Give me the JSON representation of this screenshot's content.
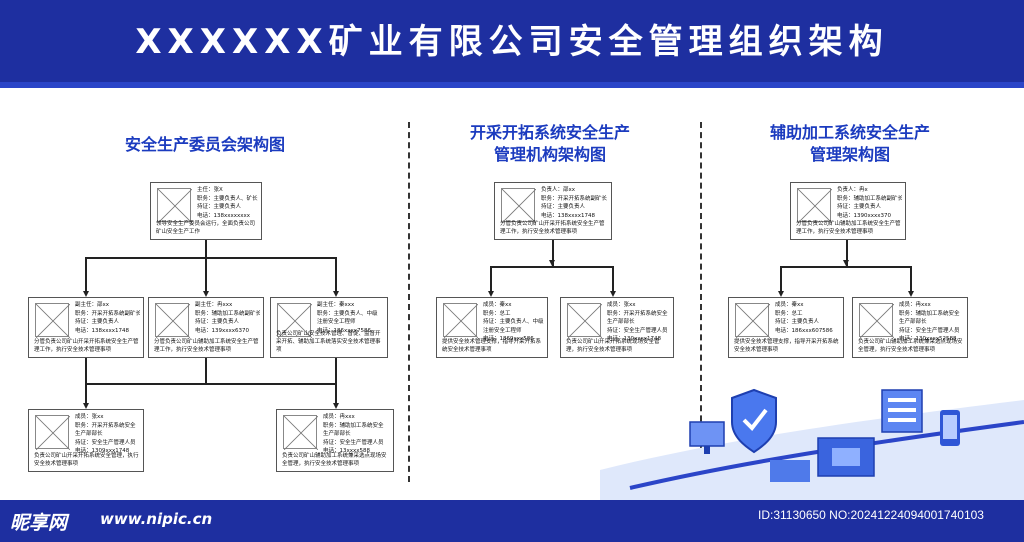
{
  "header": {
    "title": "XXXXXX矿业有限公司安全管理组织架构"
  },
  "sections": [
    {
      "title": "安全生产委员会架构图"
    },
    {
      "title_line1": "开采开拓系统安全生产",
      "title_line2": "管理机构架构图"
    },
    {
      "title_line1": "辅助加工系统安全生产",
      "title_line2": "管理架构图"
    }
  ],
  "cards": {
    "s1_top": {
      "lines": [
        "主任：张X",
        "职务：主要负责人、矿长",
        "持证：主要负责人",
        "电话：138xxxxxxxx"
      ],
      "duty": "领导安全生产委员会运行，全面负责公司矿山安全生产工作"
    },
    "s1_m1": {
      "lines": [
        "副主任：邵xx",
        "职务：开采开拓系统副矿长",
        "持证：主要负责人",
        "电话：138xxxx1748"
      ],
      "duty": "分管负责公司矿山开采开拓系统安全生产管理工作，执行安全技术管理事项"
    },
    "s1_m2": {
      "lines": [
        "副主任：冉xxx",
        "职务：辅助加工系统副矿长",
        "持证：主要负责人",
        "电话：139xxxx6370"
      ],
      "duty": "分管负责公司矿山辅助加工系统安全生产管理工作，执行安全技术管理事项"
    },
    "s1_m3": {
      "lines": [
        "副主任：秦xxx",
        "职务：主要负责人、中级",
        "注册安全工程师",
        "电话：186xxxx7586"
      ],
      "duty": "负责公司矿山安全技术管理、督促、监督开采开拓、辅助加工系统落实安全技术管理事项"
    },
    "s1_b1": {
      "lines": [
        "成员：张xx",
        "职务：开采开拓系统安全",
        "生产部部长",
        "持证：安全生产管理人员",
        "电话：1309xxx1748"
      ],
      "duty": "负责公司矿山开采开拓系统安全管理，执行安全技术管理事项"
    },
    "s1_b2": {
      "lines": [
        "成员：冉xxx",
        "职务：辅助加工系统安全",
        "生产部部长",
        "持证：安全生产管理人员",
        "电话：13xxxx588"
      ],
      "duty": "负责公司矿山辅助加工系统兼采选点现场安全管理，执行安全技术管理事项"
    },
    "s2_top": {
      "lines": [
        "负责人：邵xx",
        "职务：开采开拓系统副矿长",
        "持证：主要负责人",
        "电话：138xxxx1748"
      ],
      "duty": "分管负责公司矿山开采开拓系统安全生产管理工作，执行安全技术管理事项"
    },
    "s2_l": {
      "lines": [
        "成员：秦xx",
        "职务：总工",
        "持证：主要负责人、中级",
        "注册安全工程师",
        "电话：1869xxx586"
      ],
      "duty": "提供安全技术管理支撑，指导开采开拓系统安全技术管理事项"
    },
    "s2_r": {
      "lines": [
        "成员：张xx",
        "职务：开采开拓系统安全",
        "生产部部长",
        "持证：安全生产管理人员",
        "电话：130xxxx1748"
      ],
      "duty": "负责公司矿山开采开拓系统现场安全管理，执行安全技术管理事项"
    },
    "s3_top": {
      "lines": [
        "负责人：冉x",
        "职务：辅助加工系统副矿长",
        "持证：主要负责人",
        "电话：1390xxxx370"
      ],
      "duty": "分管负责公司矿山辅助加工系统安全生产管理工作，执行安全技术管理事项"
    },
    "s3_l": {
      "lines": [
        "成员：秦xx",
        "职务：总工",
        "持证：主要负责人",
        "电话：186xxx607586"
      ],
      "duty": "提供安全技术管理支撑，指导开采开拓系统安全技术管理事项"
    },
    "s3_r": {
      "lines": [
        "成员：冉xxx",
        "职务：辅助加工系统安全",
        "生产部部长",
        "持证：安全生产管理人员",
        "电话：130xxxx52588"
      ],
      "duty": "负责公司矿山辅助加工系统兼采选点现场安全管理，执行安全技术管理事项"
    }
  },
  "watermark": {
    "logo": "昵享网",
    "url": "www.nipic.cn",
    "id": "ID:31130650 NO:20241224094001740103"
  }
}
